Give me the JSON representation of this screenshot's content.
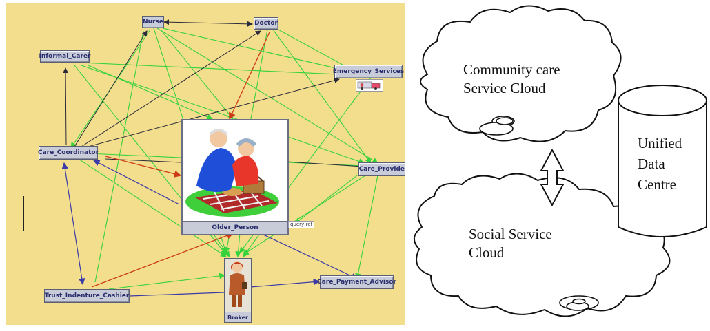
{
  "agent_network": {
    "nodes": {
      "nurse": "Nurse",
      "doctor": "Doctor",
      "informal_carer": "Informal_Carer",
      "emergency_services": "Emergency_Services",
      "care_coordinator": "Care_Coordinator",
      "care_provider": "Care_Provider",
      "older_person": "Older_Person",
      "trust_indenture_cashier": "Trust_Indenture_Cashier",
      "broker": "Broker",
      "care_payment_advisor": "Care_Payment_Advisor"
    },
    "badges": {
      "query_badge": "query-ref"
    },
    "colors": {
      "panel_background": "#f2de8c",
      "green_link": "#36d23c",
      "blue_link": "#3a3aa8",
      "red_link": "#cc3a1a",
      "dark_link": "#2a2a3a"
    }
  },
  "cloud_diagram": {
    "community_cloud": [
      "Community care",
      "Service Cloud"
    ],
    "social_cloud": [
      "Social Service",
      "Cloud"
    ],
    "data_centre": [
      "Unified",
      "Data",
      "Centre"
    ]
  }
}
